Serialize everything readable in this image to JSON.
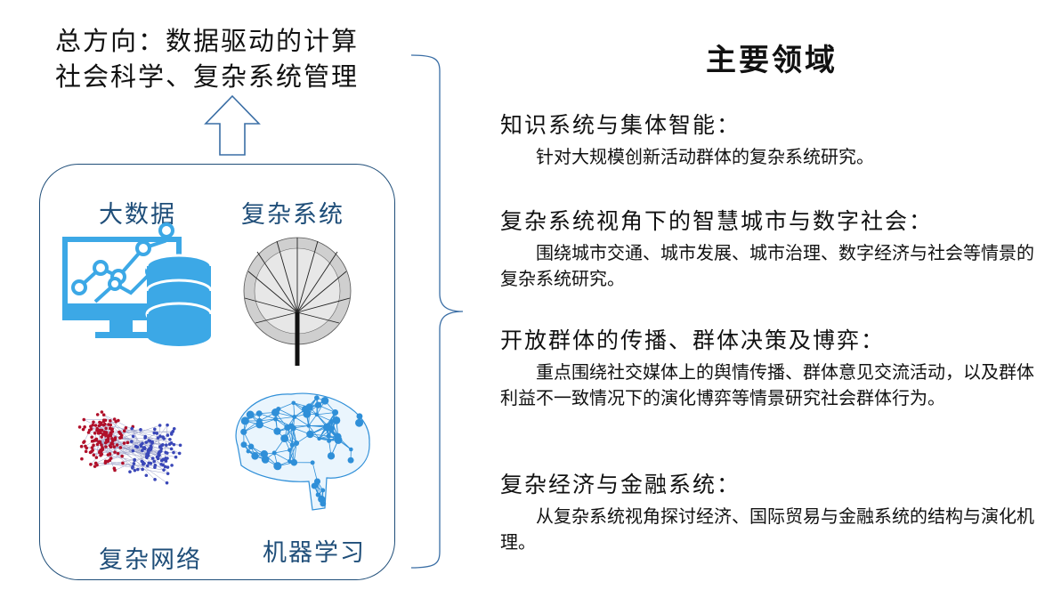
{
  "direction": {
    "line1": "总方向：数据驱动的计算",
    "line2": "社会科学、复杂系统管理"
  },
  "quadrants": {
    "big_data": "大数据",
    "complex_systems": "复杂系统",
    "complex_networks": "复杂网络",
    "machine_learning": "机器学习"
  },
  "areas_heading": "主要领域",
  "areas": [
    {
      "title": "知识系统与集体智能：",
      "desc": "针对大规模创新活动群体的复杂系统研究。"
    },
    {
      "title": "复杂系统视角下的智慧城市与数字社会：",
      "desc": "围绕城市交通、城市发展、城市治理、数字经济与社会等情景的复杂系统研究。"
    },
    {
      "title": "开放群体的传播、群体决策及博弈：",
      "desc": "重点围绕社交媒体上的舆情传播、群体意见交流活动，以及群体利益不一致情况下的演化博弈等情景研究社会群体行为。"
    },
    {
      "title": "复杂经济与金融系统：",
      "desc": "从复杂系统视角探讨经济、国际贸易与金融系统的结构与演化机理。"
    }
  ],
  "colors": {
    "panel_border": "#1f4e79",
    "icon_blue": "#3ca8e6",
    "network_red": "#b0102a",
    "network_blue": "#3a47b8",
    "brain_blue": "#2f8fd8"
  },
  "icons": [
    "big-data-monitor-database-icon",
    "fractal-tree-icon",
    "network-graph-icon",
    "brain-network-icon"
  ]
}
